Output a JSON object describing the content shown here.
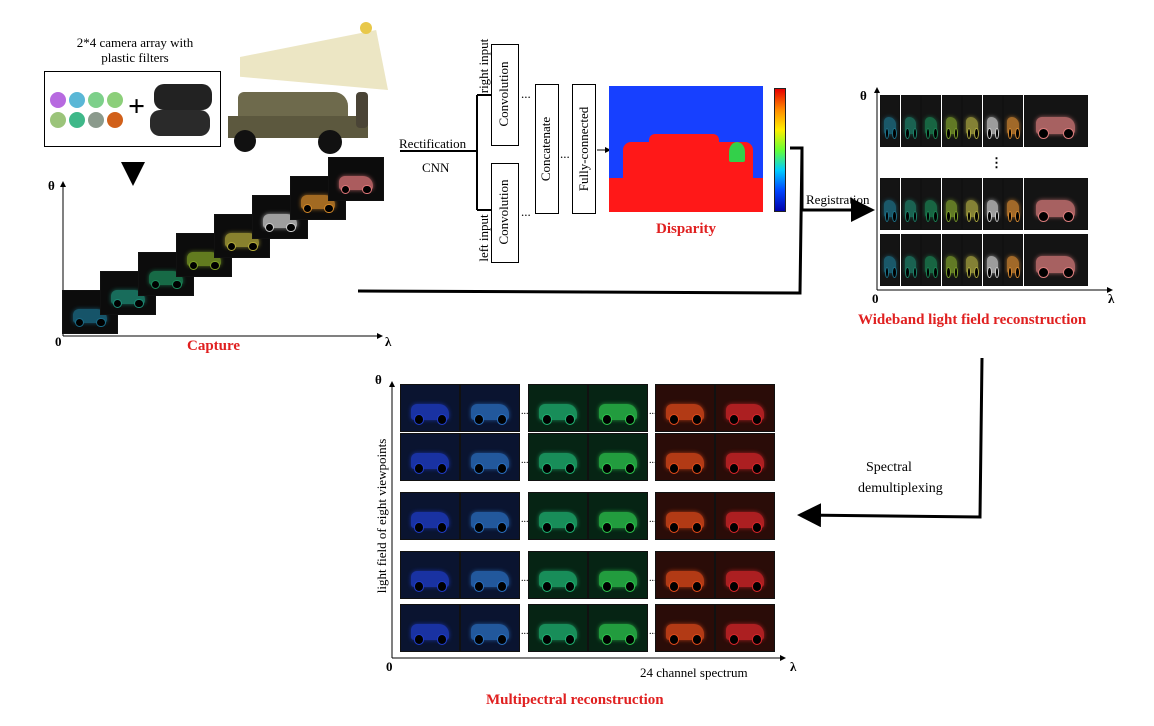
{
  "camera_array": {
    "caption": "2*4 camera array with\nplastic filters",
    "filter_colors": [
      "#b76ae0",
      "#5ab7d6",
      "#7dd08a",
      "#8ccf7a",
      "#9bc47a",
      "#3fb889",
      "#8b9a8c",
      "#d1601a"
    ],
    "plus": "+"
  },
  "capture": {
    "axis_theta": "θ",
    "axis_origin": "0",
    "axis_lambda": "λ",
    "label": "Capture",
    "tile_tints": [
      "#1a6c88",
      "#1d8c76",
      "#1b8a5a",
      "#7fa026",
      "#b2a93a",
      "#cfcfcf",
      "#d58a2a",
      "#e1777a"
    ]
  },
  "network": {
    "rectification": "Rectification",
    "cnn": "CNN",
    "right_input": "right input",
    "left_input": "left input",
    "conv_top": "Convolution",
    "conv_bottom": "Convolution",
    "concatenate": "Concatenate",
    "fully_connected": "Fully-connected",
    "dots": "..."
  },
  "disparity": {
    "label": "Disparity",
    "colorbar": [
      "#e60000",
      "#ff8800",
      "#ffee00",
      "#66ff33",
      "#00ccff",
      "#0044ff",
      "#0000aa"
    ]
  },
  "registration": "Registration",
  "wideband": {
    "axis_theta": "θ",
    "axis_origin": "0",
    "axis_lambda": "λ",
    "label": "Wideband light field reconstruction",
    "ellipsis": "⋮",
    "tile_tints": [
      "#1d6f86",
      "#1c7d66",
      "#1a8052",
      "#7b9b2b",
      "#aaa640",
      "#cacaca",
      "#d08631",
      "#d97b7b"
    ]
  },
  "spectral": {
    "line1": "Spectral",
    "line2": "demultiplexing"
  },
  "multispectral": {
    "axis_theta": "θ",
    "axis_origin": "0",
    "axis_lambda": "λ",
    "ylabel": "light field of eight viewpoints",
    "xlabel": "24 channel spectrum",
    "label": "Multipectral reconstruction",
    "group_tints": [
      [
        "#1f3cc8",
        "#2a6fc0"
      ],
      [
        "#1fb070",
        "#2cc44c"
      ],
      [
        "#e04a1a",
        "#d8262a"
      ]
    ],
    "ellipsis": "..."
  }
}
